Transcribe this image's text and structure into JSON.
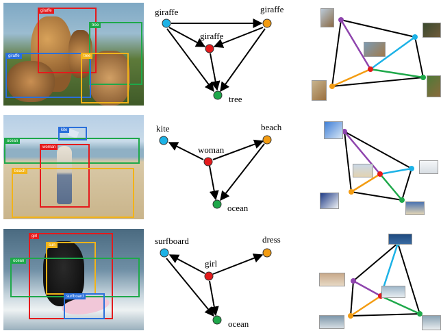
{
  "colors": {
    "red": "#e41a1c",
    "green": "#1ea84a",
    "blue": "#2a6fdb",
    "yellow": "#f2b318",
    "cyan": "#1cb2e6",
    "purple": "#8e44ad",
    "orange": "#f39c12"
  },
  "rows": [
    {
      "boxes": [
        {
          "label": "giraffe",
          "color": "red"
        },
        {
          "label": "tree",
          "color": "green"
        },
        {
          "label": "giraffe",
          "color": "blue"
        },
        {
          "label": "tree",
          "color": "yellow"
        }
      ],
      "graph": {
        "left": "giraffe",
        "right": "giraffe",
        "center": "giraffe",
        "bottom": "tree"
      }
    },
    {
      "boxes": [
        {
          "label": "ocean",
          "color": "green"
        },
        {
          "label": "kite",
          "color": "blue"
        },
        {
          "label": "woman",
          "color": "red"
        },
        {
          "label": "beach",
          "color": "yellow"
        }
      ],
      "graph": {
        "left": "kite",
        "right": "beach",
        "center": "woman",
        "bottom": "ocean"
      }
    },
    {
      "boxes": [
        {
          "label": "girl",
          "color": "red"
        },
        {
          "label": "sun",
          "color": "yellow"
        },
        {
          "label": "ocean",
          "color": "green"
        },
        {
          "label": "surfboard",
          "color": "blue"
        }
      ],
      "graph": {
        "left": "surfboard",
        "right": "dress",
        "center": "girl",
        "bottom": "ocean"
      }
    }
  ]
}
